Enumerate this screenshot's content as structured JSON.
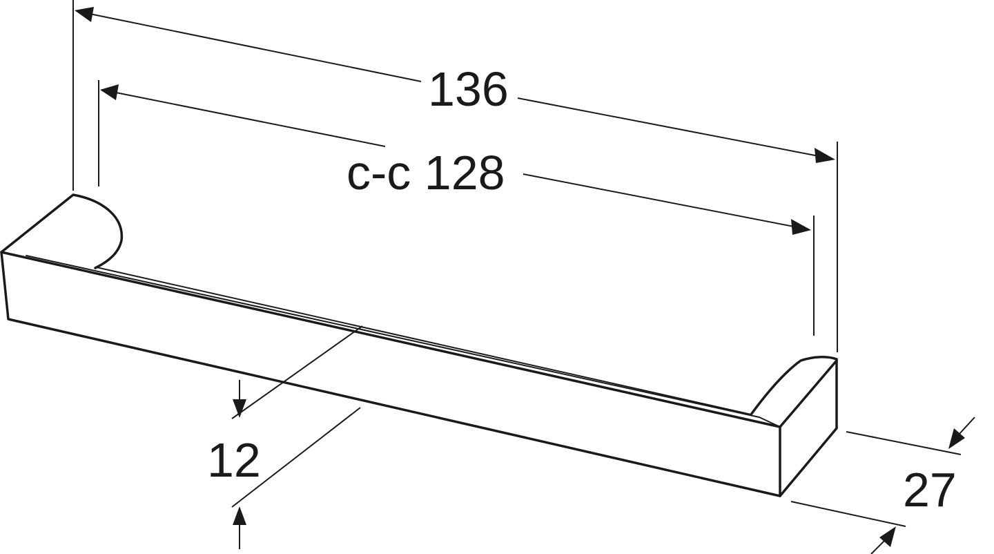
{
  "dimensions": {
    "overall_length": "136",
    "center_to_center": "c-c 128",
    "height": "12",
    "depth": "27"
  }
}
